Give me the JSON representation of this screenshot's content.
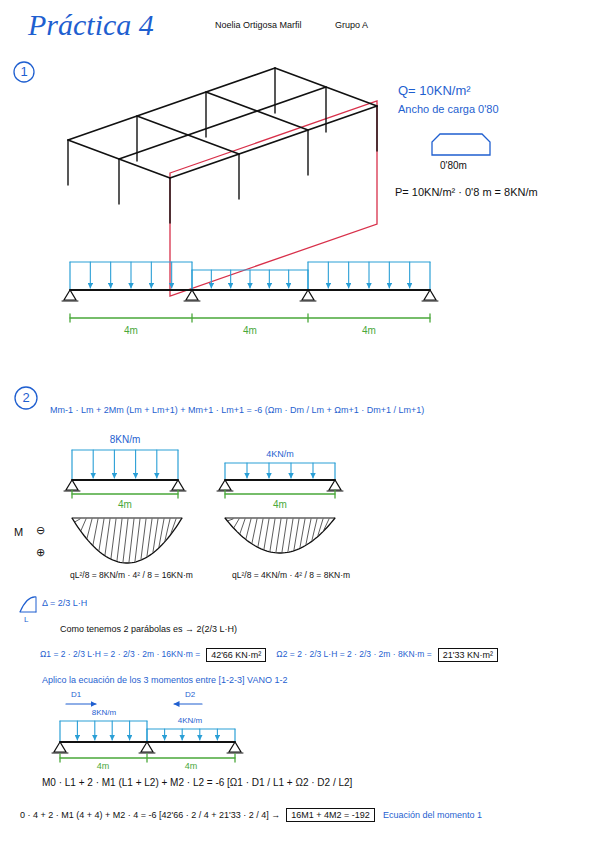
{
  "diagram": {
    "title": "Práctica 4",
    "nodes": [
      {
        "text": [
          "42'66 KN·m²"
        ]
      },
      {
        "text": [
          "21'33 KN·m²"
        ]
      },
      {
        "text": [
          "16M1 + 4M2 = -192"
        ]
      }
    ],
    "labels": [
      "Noelia Ortigosa Marfil",
      "Grupo A",
      "1",
      "Q= 10KN/m²",
      "Ancho de carga 0'80",
      "0'80m",
      "P= 10KN/m² · 0'8 m = 8KN/m",
      "4m",
      "4m",
      "4m",
      "2",
      "Mm-1 · Lm + 2Mm (Lm + Lm+1) + Mm+1 · Lm+1 = -6 (Ωm · Dm / Lm + Ωm+1 · Dm+1 / Lm+1)",
      "8KN/m",
      "4m",
      "4KN/m",
      "4m",
      "M",
      "⊖",
      "⊕",
      "qL²/8 = 8KN/m · 4² / 8 = 16KN·m",
      "qL²/8 = 4KN/m · 4² / 8 = 8KN·m",
      "Δ = 2/3 L·H",
      "L",
      "Como tenemos 2 parábolas es → 2(2/3 L·H)",
      "Ω1 = 2 · 2/3 L·H = 2 · 2/3 · 2m · 16KN·m =",
      "Ω2 = 2 · 2/3 L·H = 2 · 2/3 · 2m · 8KN·m =",
      "Aplico la ecuación de los 3 momentos entre [1-2-3] VANO 1-2",
      "D1",
      "D2",
      "8KN/m",
      "4KN/m",
      "4m",
      "4m",
      "M0 · L1 + 2 · M1 (L1 + L2) + M2 · L2 = -6 [Ω1 · D1 / L1 + Ω2 · D2 / L2]",
      "0 · 4 + 2 · M1 (4 + 4) + M2 · 4 = -6 [42'66 · 2 / 4 + 21'33 · 2 / 4] →",
      "Ecuación del momento 1"
    ]
  }
}
